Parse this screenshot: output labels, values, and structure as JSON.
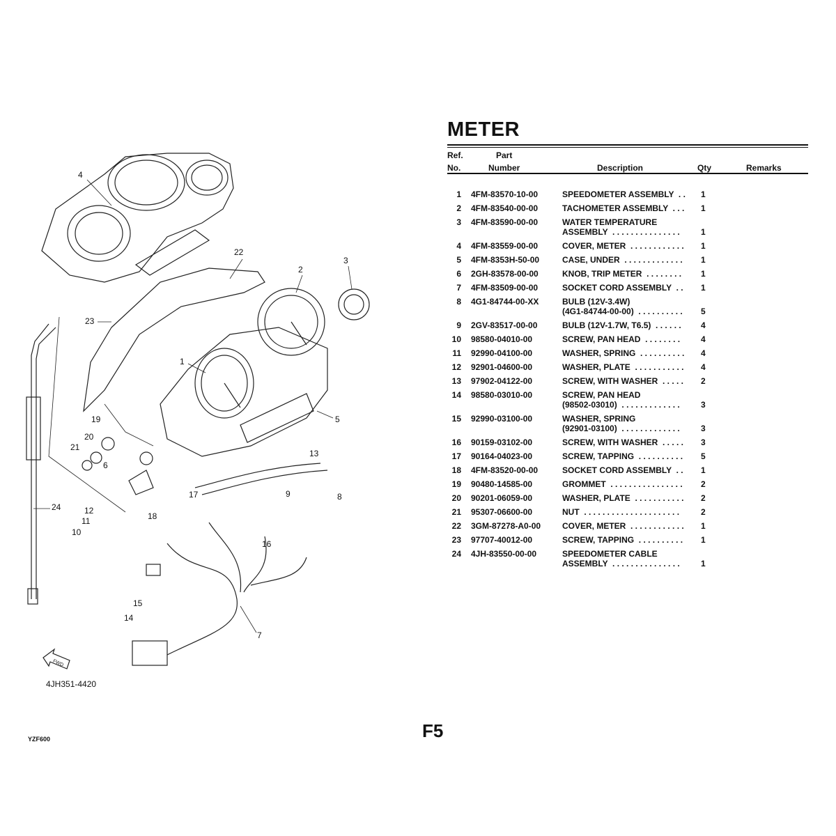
{
  "title": "METER",
  "headers": {
    "ref_1": "Ref.",
    "ref_2": "No.",
    "part_1": "Part",
    "part_2": "Number",
    "description": "Description",
    "qty": "Qty",
    "remarks": "Remarks"
  },
  "parts": [
    {
      "ref": "1",
      "part": "4FM-83570-10-00",
      "desc": "SPEEDOMETER ASSEMBLY  . .",
      "qty": "1"
    },
    {
      "ref": "2",
      "part": "4FM-83540-00-00",
      "desc": "TACHOMETER ASSEMBLY  . . .",
      "qty": "1"
    },
    {
      "ref": "3",
      "part": "4FM-83590-00-00",
      "desc": "WATER TEMPERATURE\nASSEMBLY  . . . . . . . . . . . . . . .",
      "qty": "1"
    },
    {
      "ref": "4",
      "part": "4FM-83559-00-00",
      "desc": "COVER, METER  . . . . . . . . . . . .",
      "qty": "1"
    },
    {
      "ref": "5",
      "part": "4FM-8353H-50-00",
      "desc": "CASE, UNDER  . . . . . . . . . . . . .",
      "qty": "1"
    },
    {
      "ref": "6",
      "part": "2GH-83578-00-00",
      "desc": "KNOB, TRIP METER  . . . . . . . .",
      "qty": "1"
    },
    {
      "ref": "7",
      "part": "4FM-83509-00-00",
      "desc": "SOCKET CORD ASSEMBLY  . .",
      "qty": "1"
    },
    {
      "ref": "8",
      "part": "4G1-84744-00-XX",
      "desc": "BULB (12V-3.4W)\n(4G1-84744-00-00)  . . . . . . . . . .",
      "qty": "5"
    },
    {
      "ref": "9",
      "part": "2GV-83517-00-00",
      "desc": "BULB (12V-1.7W, T6.5)  . . . . . .",
      "qty": "4"
    },
    {
      "ref": "10",
      "part": "98580-04010-00",
      "desc": "SCREW, PAN HEAD  . . . . . . . .",
      "qty": "4"
    },
    {
      "ref": "11",
      "part": "92990-04100-00",
      "desc": "WASHER, SPRING  . . . . . . . . . .",
      "qty": "4"
    },
    {
      "ref": "12",
      "part": "92901-04600-00",
      "desc": "WASHER, PLATE  . . . . . . . . . . .",
      "qty": "4"
    },
    {
      "ref": "13",
      "part": "97902-04122-00",
      "desc": "SCREW, WITH WASHER  . . . . .",
      "qty": "2"
    },
    {
      "ref": "14",
      "part": "98580-03010-00",
      "desc": "SCREW, PAN HEAD\n(98502-03010)  . . . . . . . . . . . . .",
      "qty": "3"
    },
    {
      "ref": "15",
      "part": "92990-03100-00",
      "desc": "WASHER, SPRING\n(92901-03100)  . . . . . . . . . . . . .",
      "qty": "3"
    },
    {
      "ref": "16",
      "part": "90159-03102-00",
      "desc": "SCREW, WITH WASHER  . . . . .",
      "qty": "3"
    },
    {
      "ref": "17",
      "part": "90164-04023-00",
      "desc": "SCREW, TAPPING  . . . . . . . . . .",
      "qty": "5"
    },
    {
      "ref": "18",
      "part": "4FM-83520-00-00",
      "desc": "SOCKET CORD ASSEMBLY  . .",
      "qty": "1"
    },
    {
      "ref": "19",
      "part": "90480-14585-00",
      "desc": "GROMMET  . . . . . . . . . . . . . . . .",
      "qty": "2"
    },
    {
      "ref": "20",
      "part": "90201-06059-00",
      "desc": "WASHER, PLATE  . . . . . . . . . . .",
      "qty": "2"
    },
    {
      "ref": "21",
      "part": "95307-06600-00",
      "desc": "NUT  . . . . . . . . . . . . . . . . . . . . .",
      "qty": "2"
    },
    {
      "ref": "22",
      "part": "3GM-87278-A0-00",
      "desc": "COVER, METER  . . . . . . . . . . . .",
      "qty": "1"
    },
    {
      "ref": "23",
      "part": "97707-40012-00",
      "desc": "SCREW, TAPPING  . . . . . . . . . .",
      "qty": "1"
    },
    {
      "ref": "24",
      "part": "4JH-83550-00-00",
      "desc": "SPEEDOMETER CABLE\nASSEMBLY  . . . . . . . . . . . . . . .",
      "qty": "1"
    }
  ],
  "diagram": {
    "callouts": [
      "4",
      "22",
      "2",
      "3",
      "23",
      "1",
      "5",
      "19",
      "20",
      "21",
      "6",
      "13",
      "17",
      "9",
      "8",
      "24",
      "12",
      "11",
      "10",
      "18",
      "16",
      "15",
      "14",
      "7"
    ],
    "fwd_label": "FWD",
    "code": "4JH351-4420"
  },
  "footer": {
    "model": "YZF600",
    "page": "F5"
  }
}
